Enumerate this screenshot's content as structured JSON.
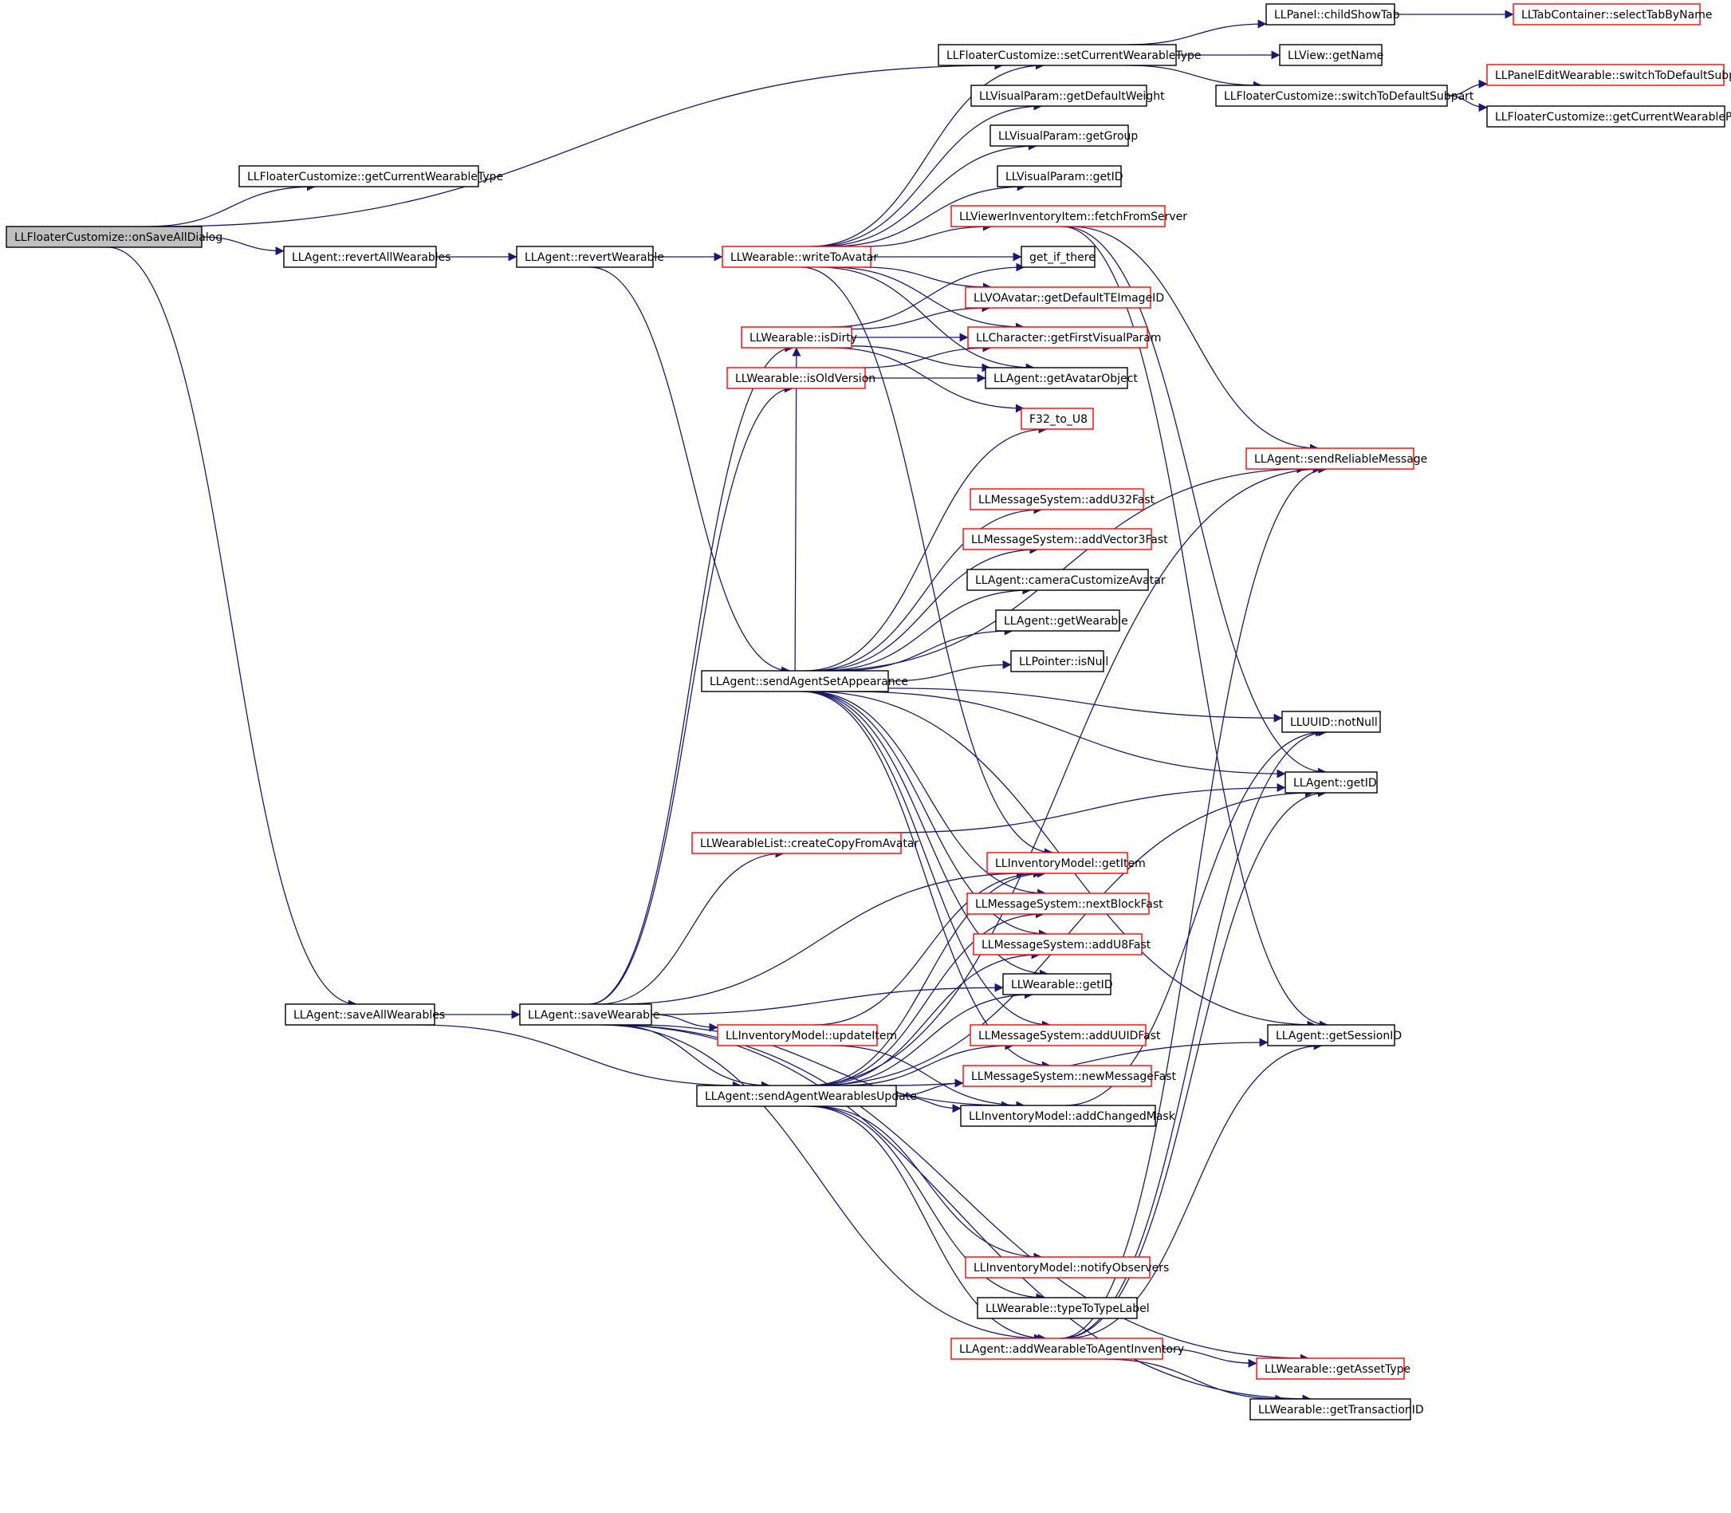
{
  "diagram": {
    "title": "",
    "colors": {
      "edge": "#191970",
      "red_border": "#ff0000",
      "black_border": "#000000",
      "root_fill": "#bfbfbf"
    },
    "nodes": [
      {
        "id": "root",
        "label": "LLFloaterCustomize::onSaveAllDialog",
        "style": "root"
      },
      {
        "id": "getCurrentWearableType",
        "label": "LLFloaterCustomize::getCurrentWearableType",
        "style": "black"
      },
      {
        "id": "setCurrentWearableType",
        "label": "LLFloaterCustomize::setCurrentWearableType",
        "style": "black"
      },
      {
        "id": "childShowTab",
        "label": "LLPanel::childShowTab",
        "style": "black"
      },
      {
        "id": "selectTabByName",
        "label": "LLTabContainer::selectTabByName",
        "style": "red"
      },
      {
        "id": "getName",
        "label": "LLView::getName",
        "style": "black"
      },
      {
        "id": "switchToDefaultSubpart",
        "label": "LLFloaterCustomize::switchToDefaultSubpart",
        "style": "black"
      },
      {
        "id": "panelSwitchToDefaultSubpart",
        "label": "LLPanelEditWearable::switchToDefaultSubpart",
        "style": "red"
      },
      {
        "id": "getCurrentWearablePanel",
        "label": "LLFloaterCustomize::getCurrentWearablePanel",
        "style": "black"
      },
      {
        "id": "getDefaultWeight",
        "label": "LLVisualParam::getDefaultWeight",
        "style": "black"
      },
      {
        "id": "getGroup",
        "label": "LLVisualParam::getGroup",
        "style": "black"
      },
      {
        "id": "vpGetID",
        "label": "LLVisualParam::getID",
        "style": "black"
      },
      {
        "id": "fetchFromServer",
        "label": "LLViewerInventoryItem::fetchFromServer",
        "style": "red"
      },
      {
        "id": "revertAllWearables",
        "label": "LLAgent::revertAllWearables",
        "style": "black"
      },
      {
        "id": "revertWearable",
        "label": "LLAgent::revertWearable",
        "style": "black"
      },
      {
        "id": "writeToAvatar",
        "label": "LLWearable::writeToAvatar",
        "style": "red"
      },
      {
        "id": "getIfThere",
        "label": "get_if_there",
        "style": "black"
      },
      {
        "id": "getDefaultTEImageID",
        "label": "LLVOAvatar::getDefaultTEImageID",
        "style": "red"
      },
      {
        "id": "isDirty",
        "label": "LLWearable::isDirty",
        "style": "red"
      },
      {
        "id": "getFirstVisualParam",
        "label": "LLCharacter::getFirstVisualParam",
        "style": "red"
      },
      {
        "id": "isOldVersion",
        "label": "LLWearable::isOldVersion",
        "style": "red"
      },
      {
        "id": "getAvatarObject",
        "label": "LLAgent::getAvatarObject",
        "style": "black"
      },
      {
        "id": "f32ToU8",
        "label": "F32_to_U8",
        "style": "red"
      },
      {
        "id": "sendReliableMessage",
        "label": "LLAgent::sendReliableMessage",
        "style": "red"
      },
      {
        "id": "addU32Fast",
        "label": "LLMessageSystem::addU32Fast",
        "style": "red"
      },
      {
        "id": "addVector3Fast",
        "label": "LLMessageSystem::addVector3Fast",
        "style": "red"
      },
      {
        "id": "cameraCustomizeAvatar",
        "label": "LLAgent::cameraCustomizeAvatar",
        "style": "black"
      },
      {
        "id": "getWearable",
        "label": "LLAgent::getWearable",
        "style": "black"
      },
      {
        "id": "isNull",
        "label": "LLPointer::isNull",
        "style": "black"
      },
      {
        "id": "sendAgentSetAppearance",
        "label": "LLAgent::sendAgentSetAppearance",
        "style": "black"
      },
      {
        "id": "notNull",
        "label": "LLUUID::notNull",
        "style": "black"
      },
      {
        "id": "agentGetID",
        "label": "LLAgent::getID",
        "style": "black"
      },
      {
        "id": "createCopyFromAvatar",
        "label": "LLWearableList::createCopyFromAvatar",
        "style": "red"
      },
      {
        "id": "getItem",
        "label": "LLInventoryModel::getItem",
        "style": "red"
      },
      {
        "id": "nextBlockFast",
        "label": "LLMessageSystem::nextBlockFast",
        "style": "red"
      },
      {
        "id": "addU8Fast",
        "label": "LLMessageSystem::addU8Fast",
        "style": "red"
      },
      {
        "id": "wearableGetID",
        "label": "LLWearable::getID",
        "style": "black"
      },
      {
        "id": "saveAllWearables",
        "label": "LLAgent::saveAllWearables",
        "style": "black"
      },
      {
        "id": "saveWearable",
        "label": "LLAgent::saveWearable",
        "style": "black"
      },
      {
        "id": "updateItem",
        "label": "LLInventoryModel::updateItem",
        "style": "red"
      },
      {
        "id": "addUUIDFast",
        "label": "LLMessageSystem::addUUIDFast",
        "style": "red"
      },
      {
        "id": "getSessionID",
        "label": "LLAgent::getSessionID",
        "style": "black"
      },
      {
        "id": "newMessageFast",
        "label": "LLMessageSystem::newMessageFast",
        "style": "red"
      },
      {
        "id": "sendAgentWearablesUpdate",
        "label": "LLAgent::sendAgentWearablesUpdate",
        "style": "black"
      },
      {
        "id": "addChangedMask",
        "label": "LLInventoryModel::addChangedMask",
        "style": "black"
      },
      {
        "id": "notifyObservers",
        "label": "LLInventoryModel::notifyObservers",
        "style": "red"
      },
      {
        "id": "typeToTypeLabel",
        "label": "LLWearable::typeToTypeLabel",
        "style": "black"
      },
      {
        "id": "addWearableToAgentInventory",
        "label": "LLAgent::addWearableToAgentInventory",
        "style": "red"
      },
      {
        "id": "getAssetType",
        "label": "LLWearable::getAssetType",
        "style": "red"
      },
      {
        "id": "getTransactionID",
        "label": "LLWearable::getTransactionID",
        "style": "black"
      }
    ],
    "edges": [
      [
        "root",
        "getCurrentWearableType"
      ],
      [
        "root",
        "setCurrentWearableType"
      ],
      [
        "root",
        "revertAllWearables"
      ],
      [
        "root",
        "saveAllWearables"
      ],
      [
        "setCurrentWearableType",
        "childShowTab"
      ],
      [
        "setCurrentWearableType",
        "getName"
      ],
      [
        "setCurrentWearableType",
        "switchToDefaultSubpart"
      ],
      [
        "childShowTab",
        "selectTabByName"
      ],
      [
        "switchToDefaultSubpart",
        "panelSwitchToDefaultSubpart"
      ],
      [
        "switchToDefaultSubpart",
        "getCurrentWearablePanel"
      ],
      [
        "revertAllWearables",
        "revertWearable"
      ],
      [
        "revertWearable",
        "writeToAvatar"
      ],
      [
        "revertWearable",
        "sendAgentSetAppearance"
      ],
      [
        "writeToAvatar",
        "setCurrentWearableType"
      ],
      [
        "writeToAvatar",
        "getDefaultWeight"
      ],
      [
        "writeToAvatar",
        "getGroup"
      ],
      [
        "writeToAvatar",
        "vpGetID"
      ],
      [
        "writeToAvatar",
        "fetchFromServer"
      ],
      [
        "writeToAvatar",
        "getIfThere"
      ],
      [
        "writeToAvatar",
        "getDefaultTEImageID"
      ],
      [
        "writeToAvatar",
        "getFirstVisualParam"
      ],
      [
        "writeToAvatar",
        "getAvatarObject"
      ],
      [
        "writeToAvatar",
        "getItem"
      ],
      [
        "isDirty",
        "getIfThere"
      ],
      [
        "isDirty",
        "getDefaultTEImageID"
      ],
      [
        "isDirty",
        "getFirstVisualParam"
      ],
      [
        "isDirty",
        "getAvatarObject"
      ],
      [
        "isDirty",
        "f32ToU8"
      ],
      [
        "isOldVersion",
        "getFirstVisualParam"
      ],
      [
        "isOldVersion",
        "getAvatarObject"
      ],
      [
        "fetchFromServer",
        "sendReliableMessage"
      ],
      [
        "fetchFromServer",
        "agentGetID"
      ],
      [
        "fetchFromServer",
        "getSessionID"
      ],
      [
        "sendAgentSetAppearance",
        "isDirty"
      ],
      [
        "sendAgentSetAppearance",
        "f32ToU8"
      ],
      [
        "sendAgentSetAppearance",
        "sendReliableMessage"
      ],
      [
        "sendAgentSetAppearance",
        "addU32Fast"
      ],
      [
        "sendAgentSetAppearance",
        "addVector3Fast"
      ],
      [
        "sendAgentSetAppearance",
        "cameraCustomizeAvatar"
      ],
      [
        "sendAgentSetAppearance",
        "getWearable"
      ],
      [
        "sendAgentSetAppearance",
        "isNull"
      ],
      [
        "sendAgentSetAppearance",
        "notNull"
      ],
      [
        "sendAgentSetAppearance",
        "agentGetID"
      ],
      [
        "sendAgentSetAppearance",
        "getSessionID"
      ],
      [
        "sendAgentSetAppearance",
        "nextBlockFast"
      ],
      [
        "sendAgentSetAppearance",
        "addU8Fast"
      ],
      [
        "sendAgentSetAppearance",
        "addUUIDFast"
      ],
      [
        "sendAgentSetAppearance",
        "newMessageFast"
      ],
      [
        "sendAgentSetAppearance",
        "wearableGetID"
      ],
      [
        "createCopyFromAvatar",
        "agentGetID"
      ],
      [
        "saveAllWearables",
        "saveWearable"
      ],
      [
        "saveAllWearables",
        "sendAgentWearablesUpdate"
      ],
      [
        "saveWearable",
        "isOldVersion"
      ],
      [
        "saveWearable",
        "isDirty"
      ],
      [
        "saveWearable",
        "createCopyFromAvatar"
      ],
      [
        "saveWearable",
        "getItem"
      ],
      [
        "saveWearable",
        "wearableGetID"
      ],
      [
        "saveWearable",
        "updateItem"
      ],
      [
        "saveWearable",
        "sendAgentWearablesUpdate"
      ],
      [
        "saveWearable",
        "addWearableToAgentInventory"
      ],
      [
        "saveWearable",
        "getAssetType"
      ],
      [
        "saveWearable",
        "getTransactionID"
      ],
      [
        "saveWearable",
        "addChangedMask"
      ],
      [
        "updateItem",
        "getItem"
      ],
      [
        "updateItem",
        "addChangedMask"
      ],
      [
        "sendAgentWearablesUpdate",
        "getItem"
      ],
      [
        "sendAgentWearablesUpdate",
        "nextBlockFast"
      ],
      [
        "sendAgentWearablesUpdate",
        "addU8Fast"
      ],
      [
        "sendAgentWearablesUpdate",
        "wearableGetID"
      ],
      [
        "sendAgentWearablesUpdate",
        "addUUIDFast"
      ],
      [
        "sendAgentWearablesUpdate",
        "newMessageFast"
      ],
      [
        "sendAgentWearablesUpdate",
        "addChangedMask"
      ],
      [
        "sendAgentWearablesUpdate",
        "agentGetID"
      ],
      [
        "sendAgentWearablesUpdate",
        "getSessionID"
      ],
      [
        "sendAgentWearablesUpdate",
        "sendReliableMessage"
      ],
      [
        "sendAgentWearablesUpdate",
        "notifyObservers"
      ],
      [
        "sendAgentWearablesUpdate",
        "typeToTypeLabel"
      ],
      [
        "sendAgentWearablesUpdate",
        "addWearableToAgentInventory"
      ],
      [
        "addChangedMask",
        "notNull"
      ],
      [
        "addWearableToAgentInventory",
        "sendReliableMessage"
      ],
      [
        "addWearableToAgentInventory",
        "agentGetID"
      ],
      [
        "addWearableToAgentInventory",
        "getSessionID"
      ],
      [
        "addWearableToAgentInventory",
        "notNull"
      ],
      [
        "addWearableToAgentInventory",
        "getAssetType"
      ],
      [
        "addWearableToAgentInventory",
        "getTransactionID"
      ]
    ]
  }
}
